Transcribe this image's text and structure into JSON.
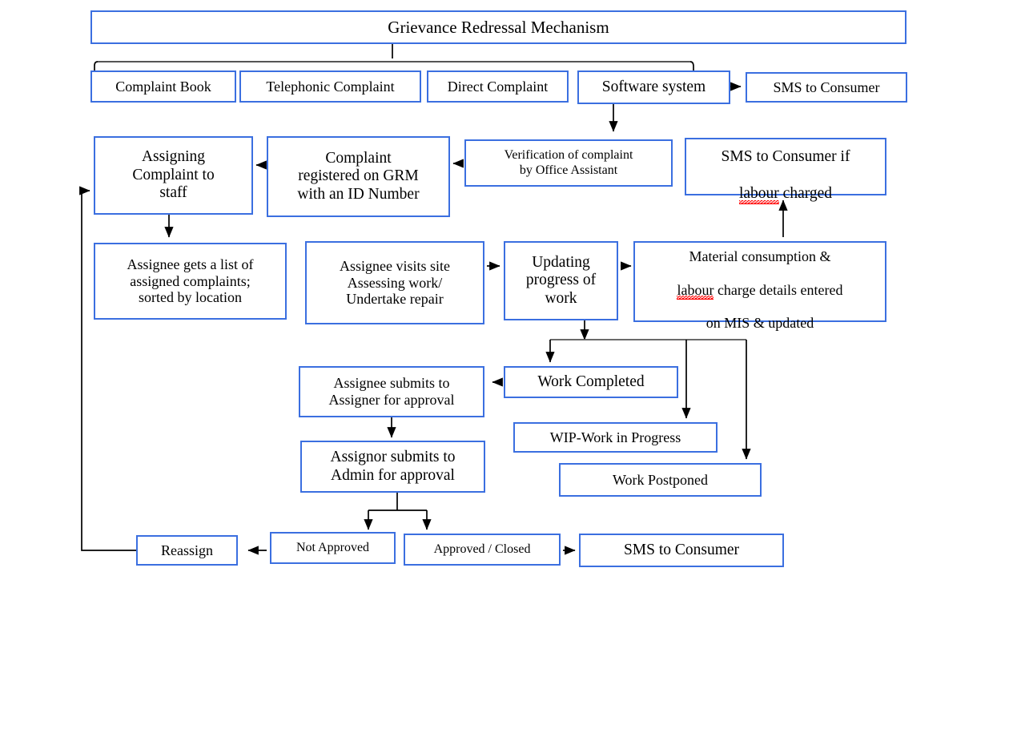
{
  "diagram": {
    "title": "Grievance Redressal Mechanism",
    "type": "flowchart",
    "border_color": "#3B6FE0",
    "connector_color": "#000000",
    "background_color": "#ffffff",
    "spellcheck_underline_color": "#ff0000"
  },
  "nodes": {
    "title": "Grievance Redressal Mechanism",
    "complaint_book": "Complaint Book",
    "telephonic_complaint": "Telephonic Complaint",
    "direct_complaint": "Direct Complaint",
    "software_system": "Software system",
    "sms_to_consumer_top": "SMS to Consumer",
    "assigning_complaint_to_staff": "Assigning\nComplaint to\nstaff",
    "complaint_registered": "Complaint\nregistered on GRM\nwith an ID Number",
    "verification_of_complaint": "Verification of complaint\nby Office Assistant",
    "sms_if_labour_charged_line1": "SMS to Consumer if",
    "sms_if_labour_charged_word": "labour",
    "sms_if_labour_charged_line2_rest": " charged",
    "assignee_gets_list": "Assignee gets a list of\nassigned complaints;\nsorted by location",
    "assignee_visits_site": "Assignee visits site\nAssessing work/\nUndertake repair",
    "updating_progress": "Updating\nprogress of\nwork",
    "material_line1": "Material consumption &",
    "material_word": "labour",
    "material_line2_rest": " charge details entered",
    "material_line3": "on MIS & updated",
    "work_completed": "Work Completed",
    "wip_work_in_progress": "WIP-Work in Progress",
    "work_postponed": "Work Postponed",
    "assignee_submits": "Assignee submits to\nAssigner for approval",
    "assignor_submits": "Assignor submits to\nAdmin for approval",
    "reassign": "Reassign",
    "not_approved": "Not Approved",
    "approved_closed": "Approved / Closed",
    "sms_to_consumer_bottom": "SMS to Consumer"
  },
  "flow_edges": [
    {
      "from": "title",
      "to": "complaint-sources-bus"
    },
    {
      "from": "complaint-sources-bus",
      "to": "complaint_book"
    },
    {
      "from": "complaint-sources-bus",
      "to": "software_system"
    },
    {
      "from": "software_system",
      "to": "sms_to_consumer_top"
    },
    {
      "from": "software_system",
      "to": "verification_of_complaint"
    },
    {
      "from": "verification_of_complaint",
      "to": "complaint_registered"
    },
    {
      "from": "complaint_registered",
      "to": "assigning_complaint_to_staff"
    },
    {
      "from": "assigning_complaint_to_staff",
      "to": "assignee_gets_list"
    },
    {
      "from": "assignee_visits_site",
      "to": "updating_progress"
    },
    {
      "from": "updating_progress",
      "to": "material_consumption"
    },
    {
      "from": "material_consumption",
      "to": "sms_if_labour_charged"
    },
    {
      "from": "updating_progress",
      "to": "work_completed"
    },
    {
      "from": "updating_progress",
      "to": "wip_work_in_progress"
    },
    {
      "from": "updating_progress",
      "to": "work_postponed"
    },
    {
      "from": "work_completed",
      "to": "assignee_submits"
    },
    {
      "from": "assignee_submits",
      "to": "assignor_submits"
    },
    {
      "from": "assignor_submits",
      "to": "not_approved"
    },
    {
      "from": "assignor_submits",
      "to": "approved_closed"
    },
    {
      "from": "not_approved",
      "to": "reassign"
    },
    {
      "from": "approved_closed",
      "to": "sms_to_consumer_bottom"
    },
    {
      "from": "reassign",
      "to": "assigning_complaint_to_staff"
    }
  ]
}
